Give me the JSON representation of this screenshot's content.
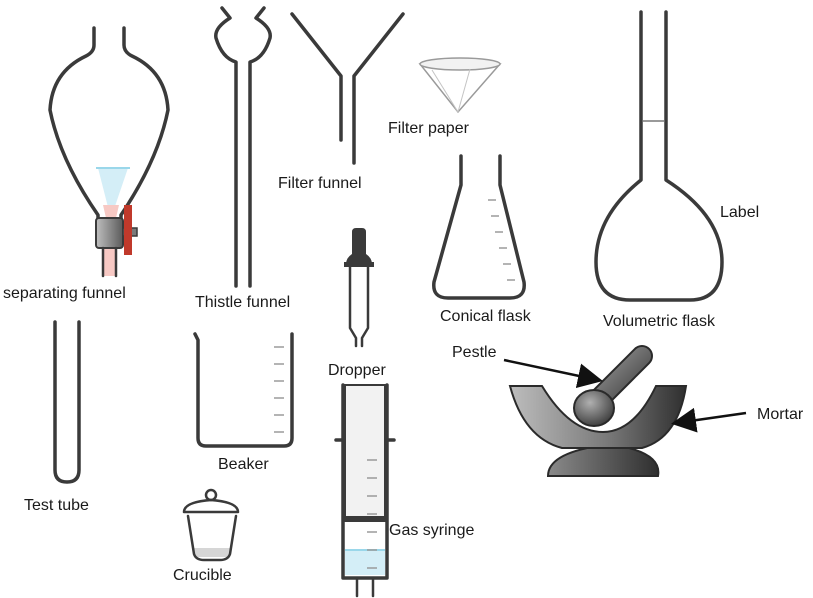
{
  "labels": {
    "separating_funnel": "separating funnel",
    "thistle_funnel": "Thistle funnel",
    "filter_funnel": "Filter funnel",
    "filter_paper": "Filter paper",
    "conical_flask": "Conical flask",
    "volumetric_flask": "Volumetric flask",
    "label": "Label",
    "dropper": "Dropper",
    "pestle": "Pestle",
    "mortar": "Mortar",
    "test_tube": "Test tube",
    "beaker": "Beaker",
    "gas_syringe": "Gas syringe",
    "crucible": "Crucible"
  },
  "colors": {
    "glass_stroke": "#3a3a3a",
    "liquid_blue": "#d4eef7",
    "liquid_pink": "#f7c9c4",
    "tap_red": "#c0392b",
    "mortar_dark": "#3d3d3d",
    "mortar_light": "#bdbdbd",
    "residue": "#d6d6d6"
  }
}
